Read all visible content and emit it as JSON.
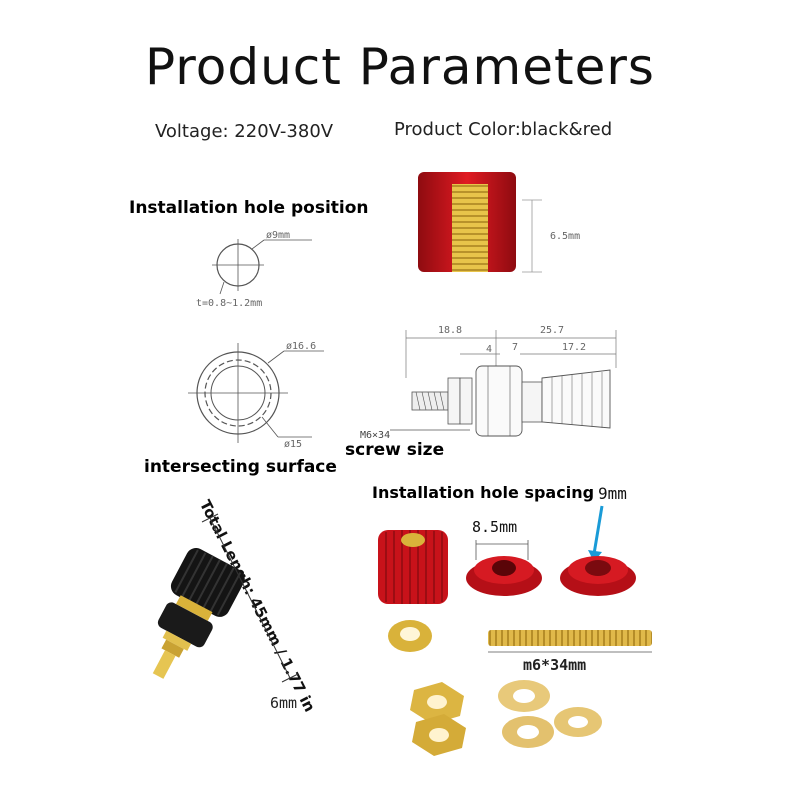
{
  "title": "Product  Parameters",
  "voltage": "Voltage: 220V-380V",
  "product_color": "Product Color:black&red",
  "labels": {
    "installation_hole_position": "Installation hole position",
    "intersecting_surface": "intersecting surface",
    "screw_size": "screw size",
    "installation_hole_spacing": "Installation hole spacing",
    "spacing_value": "9mm",
    "nut_inner": "8.5mm",
    "thread_length": "m6*34mm",
    "pin_diameter": "6mm",
    "total_length": "Total Lengh: 45mm / 1.77 in"
  },
  "drawing": {
    "hole_diameter": "ø9mm",
    "thickness": "t=0.8~1.2mm",
    "cap_height": "6.5mm",
    "outer_diameter": "ø16.6",
    "inner_diameter": "ø15",
    "dim_left": "18.8",
    "dim_right": "25.7",
    "dim_small_a": "4",
    "dim_small_b": "7",
    "dim_small_c": "17.2",
    "screw_spec": "M6×34"
  },
  "colors": {
    "red": "#c8121a",
    "gold": "#d9b23a",
    "black": "#111111"
  }
}
